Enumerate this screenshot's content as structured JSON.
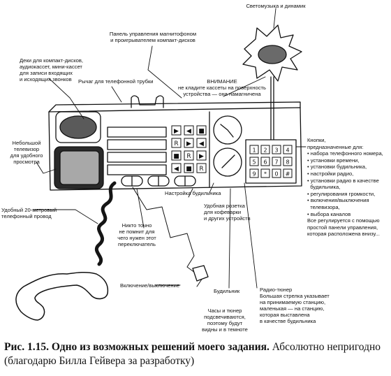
{
  "labels": {
    "light_music": "Светомузыка и динамик",
    "control_panel": [
      "Панель управления магнитофоном",
      "и проигрывателем компакт-дисков"
    ],
    "decks": [
      "Деки для компакт-дисков,",
      "аудиокассет, мини-кассет",
      "для записи входящих",
      "и исходящих звонков"
    ],
    "handset_lever": "Рычаг для телефонной трубки",
    "warning_title": "ВНИМАНИЕ",
    "warning_body": [
      "не кладите кассеты на поверхность",
      "устройства — она намагничена"
    ],
    "tv": [
      "Небольшой",
      "телевизор",
      "для удобного",
      "просмотра"
    ],
    "cord": [
      "Удобный 20-метровый",
      "телефонный провод"
    ],
    "alarm_setup": "Настройка будильника",
    "switch_note": [
      "Никто точно",
      "не помнит для",
      "чего нужен этот",
      "переключатель"
    ],
    "socket": [
      "Удобная розетка",
      "для кофеварки",
      "и других устройств"
    ],
    "power": "Включение/выключение",
    "alarm": "Будильник",
    "clock_glow": [
      "Часы и тюнер",
      "подсвечиваются,",
      "поэтому будут",
      "видны и в темноте"
    ],
    "tuner": [
      "Радио-тюнер",
      "Большая стрелка указывает",
      "на принимаемую станцию,",
      "маленькая — на станцию,",
      "которая выставлена",
      "в качестве будильника"
    ],
    "buttons_title": [
      "Кнопки,",
      "предназначенные для:"
    ],
    "buttons_items": [
      "набора телефонного номера,",
      "установки времени,",
      "установки будильника,",
      "настройки радио,",
      "установки радио в качестве",
      "будильника,",
      "регулирования громкости,",
      "включения/выключения",
      "телевизора,",
      "выбора каналов"
    ],
    "buttons_note": [
      "Все регулируется с помощью",
      "простой панели управления,",
      "которая расположена внизу..."
    ]
  },
  "keypad_keys": [
    "1",
    "2",
    "3",
    "4",
    "5",
    "6",
    "7",
    "8",
    "9",
    "*",
    "0",
    "#"
  ],
  "panel_symbols": [
    "▶",
    "◀",
    "■",
    "R",
    "▶",
    "◀",
    "■",
    "R",
    "▶",
    "◀",
    "■",
    "R"
  ],
  "caption": {
    "title": "Рис. 1.15. Одно из возможных решений моего задания.",
    "body": "Абсолютно непригодно (благодарю Билла Гейвера за разработку)"
  }
}
